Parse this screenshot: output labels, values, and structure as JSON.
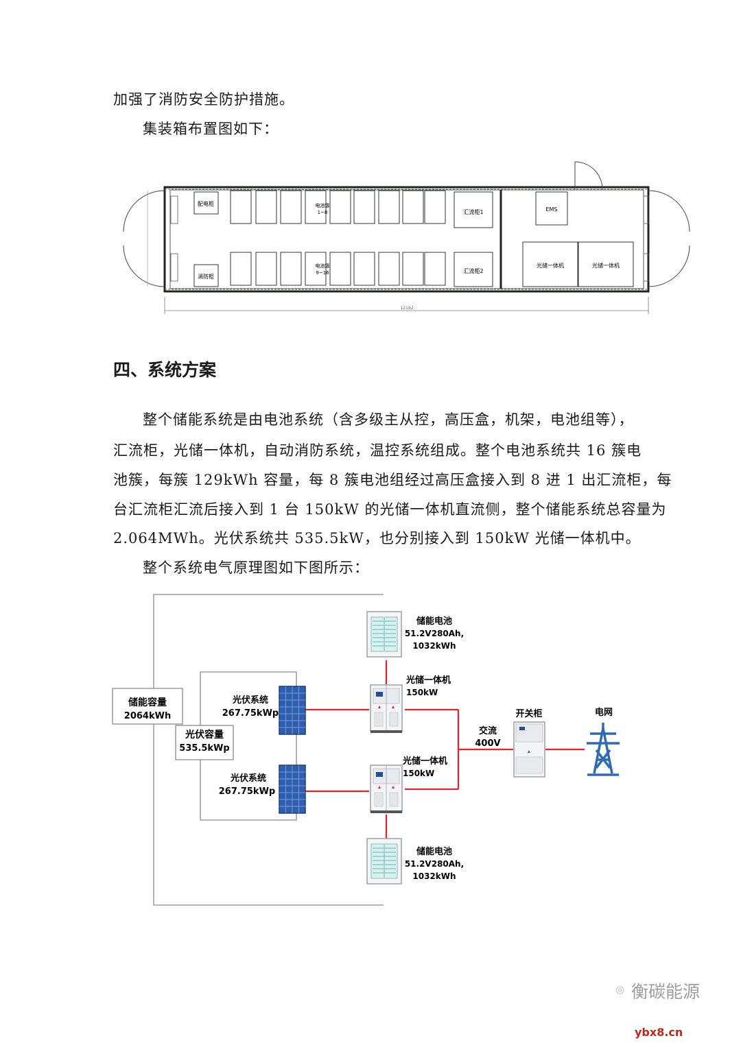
{
  "text": {
    "line0": "加强了消防安全防护措施。",
    "line1": "集装箱布置图如下：",
    "heading": "四、系统方案",
    "para": [
      "整个储能系统是由电池系统（含多级主从控，高压盒，机架，电池组等），",
      "汇流柜，光储一体机，自动消防系统，温控系统组成。整个电池系统共 16 簇电",
      "池簇，每簇 129kWh 容量，每 8 簇电池组经过高压盒接入到 8 进 1 出汇流柜，每",
      "台汇流柜汇流后接入到 1 台 150kW 的光储一体机直流侧，整个储能系统总容量为",
      "2.064MWh。光伏系统共 535.5kW，也分别接入到 150kW 光储一体机中。"
    ],
    "line_after": "整个系统电气原理图如下图所示："
  },
  "layout": {
    "pdc": "配电柜",
    "fire": "消防柜",
    "batt_top_1": "电池簇",
    "batt_top_2": "1~8",
    "batt_bot_1": "电池簇",
    "batt_bot_2": "9~16",
    "hl1": "汇流柜1",
    "hl2": "汇流柜2",
    "ems": "EMS",
    "gc1": "光储一体机",
    "gc2": "光储一体机",
    "dim": "12192"
  },
  "diagram": {
    "storage_cap_1": "储能容量",
    "storage_cap_2": "2064kWh",
    "pv_cap_1": "光伏容量",
    "pv_cap_2": "535.5kWp",
    "pv1_1": "光伏系统",
    "pv1_2": "267.75kWp",
    "pv2_1": "光伏系统",
    "pv2_2": "267.75kWp",
    "batt1_1": "储能电池",
    "batt1_2": "51.2V280Ah,",
    "batt1_3": "1032kWh",
    "batt2_1": "储能电池",
    "batt2_2": "51.2V280Ah,",
    "batt2_3": "1032kWh",
    "inv1_1": "光储一体机",
    "inv1_2": "150kW",
    "inv2_1": "光储一体机",
    "inv2_2": "150kW",
    "ac_1": "交流",
    "ac_2": "400V",
    "switch": "开关柜",
    "grid": "电网"
  },
  "watermark": {
    "brand": "衡碳能源",
    "site": "ybx8.cn"
  },
  "colors": {
    "line_red": "#e8212a",
    "text": "#1a1a1a",
    "solar_blue": "#2f5fae",
    "grid_blue": "#2e6bb4"
  }
}
